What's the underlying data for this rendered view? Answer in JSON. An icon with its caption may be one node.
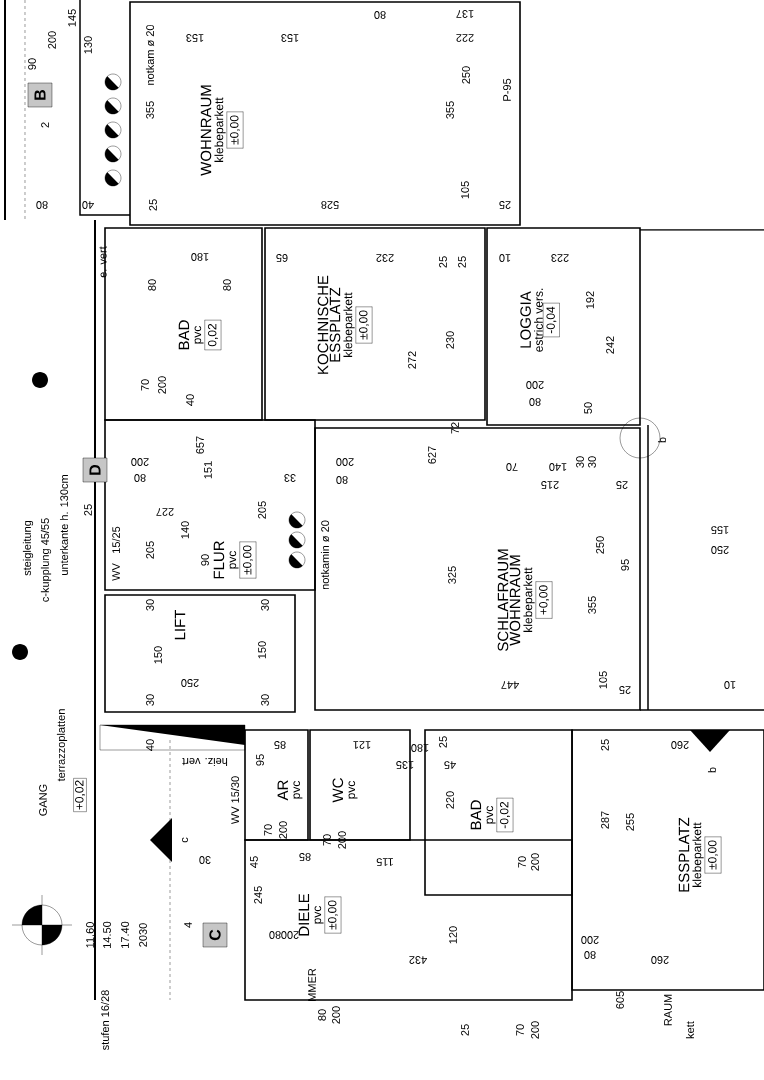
{
  "diagram": {
    "nodes": [
      {
        "text": [
          "WOHNRAUM",
          "klebeparkett",
          "±0,00"
        ]
      },
      {
        "text": [
          "BAD",
          "pvc",
          "0,02"
        ]
      },
      {
        "text": [
          "KOCHNISCHE ESSPLATZ",
          "klebeparkett",
          "±0,00"
        ]
      },
      {
        "text": [
          "LOGGIA",
          "estrich vers.",
          "-0,04"
        ]
      },
      {
        "text": [
          "FLUR",
          "pvc",
          "±0,00"
        ]
      },
      {
        "text": [
          "SCHLAFRAUM WOHNRAUM",
          "klebeparkett",
          "+0,00"
        ]
      },
      {
        "text": [
          "LIFT"
        ]
      },
      {
        "text": [
          "AR",
          "pvc"
        ]
      },
      {
        "text": [
          "WC",
          "pvc"
        ]
      },
      {
        "text": [
          "BAD",
          "pvc",
          "-0,02"
        ]
      },
      {
        "text": [
          "DIELE",
          "pvc",
          "±0,00"
        ]
      },
      {
        "text": [
          "ESSPLATZ",
          "klebeparkett",
          "±0,00"
        ]
      }
    ],
    "labels": [
      "145",
      "200",
      "90",
      "130",
      "B",
      "2",
      "notkam ø 20",
      "153",
      "153",
      "80",
      "137",
      "222",
      "250",
      "P-95",
      "355",
      "355",
      "80",
      "40",
      "25",
      "528",
      "105",
      "25",
      "e. vert",
      "180",
      "65",
      "232",
      "25",
      "25",
      "10",
      "223",
      "80",
      "80",
      "192",
      "242",
      "272",
      "230",
      "70",
      "200",
      "40",
      "657",
      "200",
      "80",
      "50",
      "D",
      "200",
      "80",
      "151",
      "33",
      "200",
      "80",
      "627",
      "72",
      "70",
      "140",
      "30",
      "30",
      "b",
      "215",
      "25",
      "25",
      "227",
      "205",
      "155",
      "250",
      "steigleitung",
      "c-kupplung 45/55",
      "unterkante h. 130cm",
      "205",
      "140",
      "90",
      "15/25",
      "WV",
      "notkamin ø 20",
      "325",
      "250",
      "95",
      "355",
      "30",
      "30",
      "150",
      "150",
      "250",
      "30",
      "30",
      "447",
      "105",
      "25",
      "10",
      "GANG",
      "terrazzoplatten",
      "+0,02",
      "40",
      "heiz. vert",
      "95",
      "85",
      "121",
      "180",
      "25",
      "135",
      "45",
      "25",
      "260",
      "b",
      "WV 15/30",
      "c",
      "220",
      "287",
      "255",
      "30",
      "70",
      "200",
      "85",
      "70",
      "200",
      "115",
      "45",
      "70",
      "200",
      "245",
      "11.60",
      "14.50",
      "17.40",
      "2030",
      "4",
      "C",
      "80",
      "200",
      "120",
      "200",
      "80",
      "432",
      "260",
      "MMER",
      "605",
      "stufen 16/28",
      "80",
      "200",
      "25",
      "70",
      "200",
      "RAUM",
      "kett"
    ]
  }
}
